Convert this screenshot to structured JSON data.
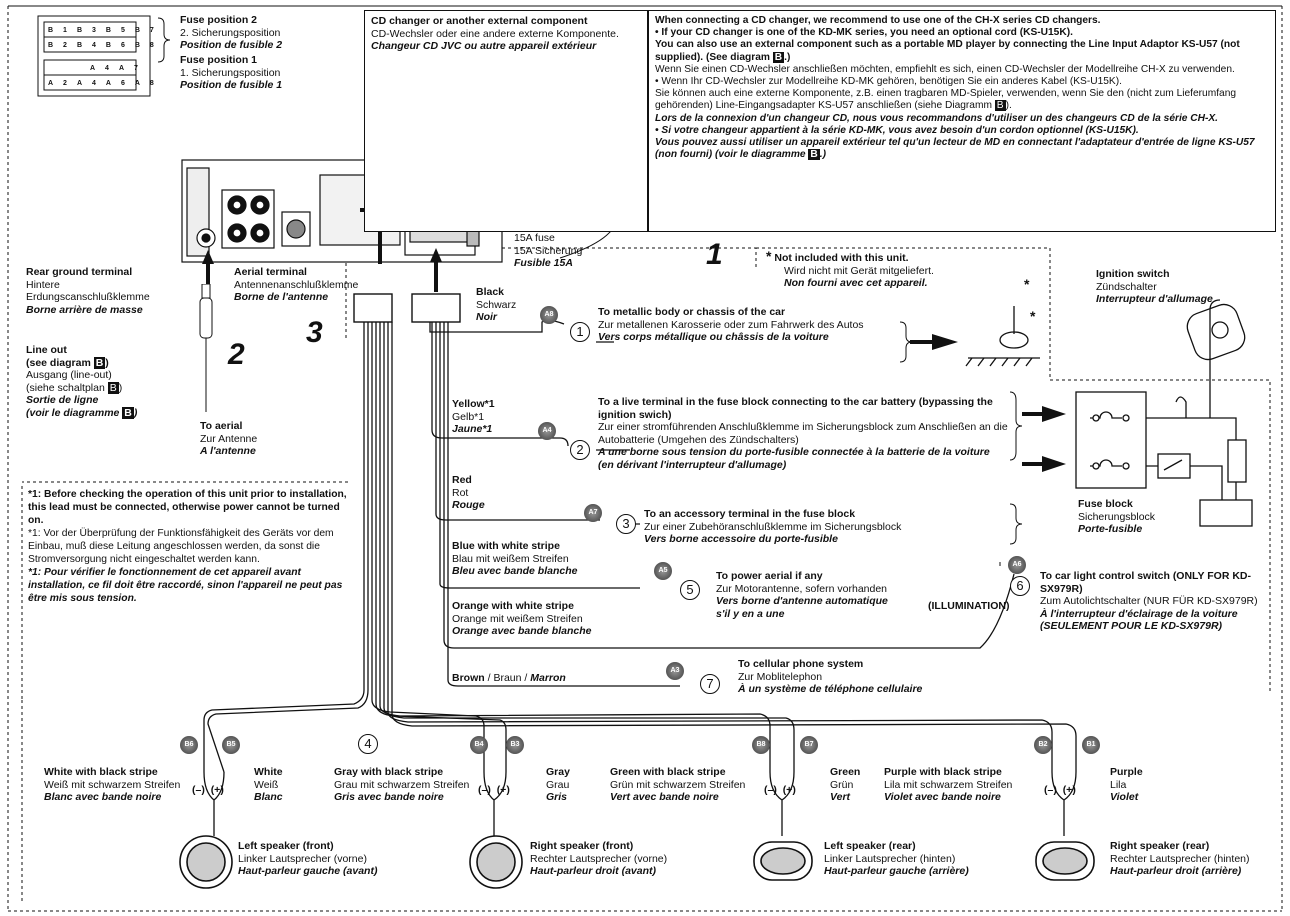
{
  "fuse_box": {
    "pos2": [
      "Fuse position 2",
      "2. Sicherungsposition",
      "Position de fusible 2"
    ],
    "pos1": [
      "Fuse position 1",
      "1. Sicherungsposition",
      "Position de fusible 1"
    ],
    "pins_top": [
      "B1",
      "B3",
      "B5",
      "B7"
    ],
    "pins_mid": [
      "B2",
      "B4",
      "B6",
      "B8"
    ],
    "pins_bot_a": [
      "A4",
      "A7"
    ],
    "pins_bot_b": [
      "A2",
      "A4",
      "A6",
      "A8"
    ]
  },
  "cd_box": {
    "title": "CD changer or another external component",
    "de": "CD-Wechsler oder eine andere externe Komponente.",
    "fr": "Changeur CD JVC ou autre appareil extérieur"
  },
  "info_box": {
    "en1": "When connecting a CD changer, we recommend to use one of the CH-X series CD changers.",
    "en2": "• If your CD changer is one of the KD-MK series, you need an optional cord (KS-U15K).",
    "en3": "You can also use an external component such as a portable MD player by connecting the Line Input Adaptor KS-U57 (not supplied). (See diagram",
    "de1": "Wenn Sie einen CD-Wechsler anschließen möchten, empfiehlt es sich, einen CD-Wechsler der Modellreihe CH-X zu verwenden.",
    "de2": "• Wenn Ihr CD-Wechsler zur Modellreihe KD-MK gehören, benötigen Sie ein anderes Kabel (KS-U15K).",
    "de3": "Sie können auch eine externe Komponente, z.B. einen tragbaren MD-Spieler, verwenden, wenn Sie den (nicht zum Lieferumfang gehörenden) Line-Eingangsadapter KS-U57 anschließen (siehe Diagramm",
    "fr1": "Lors de la connexion d'un changeur CD, nous vous recommandons d'utiliser un des changeurs CD de la série CH-X.",
    "fr2": "• Si votre changeur appartient à la série KD-MK, vous avez besoin d'un cordon optionnel (KS-U15K).",
    "fr3": "Vous pouvez aussi utiliser un appareil extérieur tel qu'un lecteur de MD en connectant l'adaptateur d'entrée de ligne KS-U57 (non fourni) (voir le diagramme",
    "diag": "B"
  },
  "fuse15": [
    "15A fuse",
    "15A Sicherung",
    "Fusible 15A"
  ],
  "rear_ground": [
    "Rear ground terminal",
    "Hintere",
    "Erdungscanschlußklemme",
    "Borne arrière de masse"
  ],
  "aerial_terminal": [
    "Aerial terminal",
    "Antennenanschlußklemme",
    "Borne de l'antenne"
  ],
  "line_out": [
    "Line out",
    "(see diagram",
    "Ausgang (line-out)",
    "(siehe schaltplan",
    "Sortie de ligne",
    "(voir le diagramme"
  ],
  "to_aerial": [
    "To aerial",
    "Zur Antenne",
    "A l'antenne"
  ],
  "labels_num": {
    "one": "1",
    "two": "2",
    "three": "3",
    "four": "4"
  },
  "not_included": {
    "star": "*",
    "en": "Not included with this unit.",
    "de": "Wird nicht mit Gerät mitgeliefert.",
    "fr": "Non fourni avec cet appareil."
  },
  "ignition": [
    "Ignition switch",
    "Zündschalter",
    "Interrupteur d'allumage"
  ],
  "fuse_block": [
    "Fuse block",
    "Sicherungsblock",
    "Porte-fusible"
  ],
  "wires": [
    {
      "color_en": "Black",
      "color_de": "Schwarz",
      "color_fr": "Noir",
      "pin": "A8",
      "num": "1",
      "en": "To metallic body or chassis of the car",
      "de": "Zur metallenen Karosserie oder zum Fahrwerk des Autos",
      "fr": "Vers corps métallique ou châssis de la voiture"
    },
    {
      "color_en": "Yellow*1",
      "color_de": "Gelb*1",
      "color_fr": "Jaune*1",
      "pin": "A4",
      "num": "2",
      "en": "To a live terminal in the fuse block connecting to the car battery (bypassing the ignition swich)",
      "de": "Zur einer stromführenden Anschlußklemme im Sicherungsblock zum Anschließen an die Autobatterie (Umgehen des Zündschalters)",
      "fr": "A une borne sous tension du porte-fusible connectée à la batterie de la voiture (en dérivant l'interrupteur d'allumage)"
    },
    {
      "color_en": "Red",
      "color_de": "Rot",
      "color_fr": "Rouge",
      "pin": "A7",
      "num": "3",
      "en": "To an accessory terminal in the fuse block",
      "de": "Zur einer Zubehöranschlußklemme im Sicherungsblock",
      "fr": "Vers borne accessoire du porte-fusible"
    },
    {
      "color_en": "Blue with white stripe",
      "color_de": "Blau mit weißem Streifen",
      "color_fr": "Bleu avec bande blanche",
      "pin": "A5",
      "num": "5",
      "en": "To power aerial if any",
      "de": "Zur Motorantenne, sofern vorhanden",
      "fr": "Vers borne d'antenne automatique s'il y en a une"
    },
    {
      "color_en": "Orange with white stripe",
      "color_de": "Orange mit weißem Streifen",
      "color_fr": "Orange avec bande blanche",
      "pin": "A6",
      "num": "6",
      "en": "To car light control switch (ONLY FOR KD-SX979R)",
      "de": "Zum Autolichtschalter (NUR FÜR KD-SX979R)",
      "fr": "À l'interrupteur d'éclairage de la voiture (SEULEMENT POUR LE KD-SX979R)",
      "extra": "(ILLUMINATION)"
    },
    {
      "color_en": "Brown",
      "color_de": "Braun",
      "color_fr": "Marron",
      "pin": "A3",
      "num": "7",
      "en": "To cellular phone system",
      "de": "Zur Moblitelephon",
      "fr": "À un système de téléphone cellulaire"
    }
  ],
  "footnote": {
    "en": "*1: Before checking the operation of this unit prior to installation, this lead must be connected, otherwise power cannot be turned on.",
    "de": "*1: Vor der Überprüfung der Funktionsfähigkeit des Geräts vor dem Einbau, muß diese Leitung angeschlossen werden, da sonst die Stromversorgung nicht eingeschaltet werden kann.",
    "fr": "*1: Pour vérifier le fonctionnement de cet appareil avant installation, ce fil doit être raccordé, sinon l'appareil ne peut pas être mis sous tension."
  },
  "polarity": {
    "neg": "(–)",
    "pos": "(+)"
  },
  "speakers": [
    {
      "pin_neg": "B6",
      "pin_pos": "B5",
      "neg_en": "White with black stripe",
      "neg_de": "Weiß mit schwarzem Streifen",
      "neg_fr": "Blanc avec bande noire",
      "pos_en": "White",
      "pos_de": "Weiß",
      "pos_fr": "Blanc",
      "name_en": "Left speaker (front)",
      "name_de": "Linker Lautsprecher (vorne)",
      "name_fr": "Haut-parleur gauche (avant)"
    },
    {
      "pin_neg": "B4",
      "pin_pos": "B3",
      "neg_en": "Gray with black stripe",
      "neg_de": "Grau mit schwarzem Streifen",
      "neg_fr": "Gris avec bande noire",
      "pos_en": "Gray",
      "pos_de": "Grau",
      "pos_fr": "Gris",
      "name_en": "Right speaker (front)",
      "name_de": "Rechter Lautsprecher (vorne)",
      "name_fr": "Haut-parleur droit (avant)"
    },
    {
      "pin_neg": "B8",
      "pin_pos": "B7",
      "neg_en": "Green with black stripe",
      "neg_de": "Grün mit schwarzem Streifen",
      "neg_fr": "Vert avec bande noire",
      "pos_en": "Green",
      "pos_de": "Grün",
      "pos_fr": "Vert",
      "name_en": "Left speaker (rear)",
      "name_de": "Linker Lautsprecher (hinten)",
      "name_fr": "Haut-parleur gauche (arrière)"
    },
    {
      "pin_neg": "B2",
      "pin_pos": "B1",
      "neg_en": "Purple with black stripe",
      "neg_de": "Lila mit schwarzem Streifen",
      "neg_fr": "Violet avec bande noire",
      "pos_en": "Purple",
      "pos_de": "Lila",
      "pos_fr": "Violet",
      "name_en": "Right speaker (rear)",
      "name_de": "Rechter Lautsprecher (hinten)",
      "name_fr": "Haut-parleur droit (arrière)"
    }
  ]
}
